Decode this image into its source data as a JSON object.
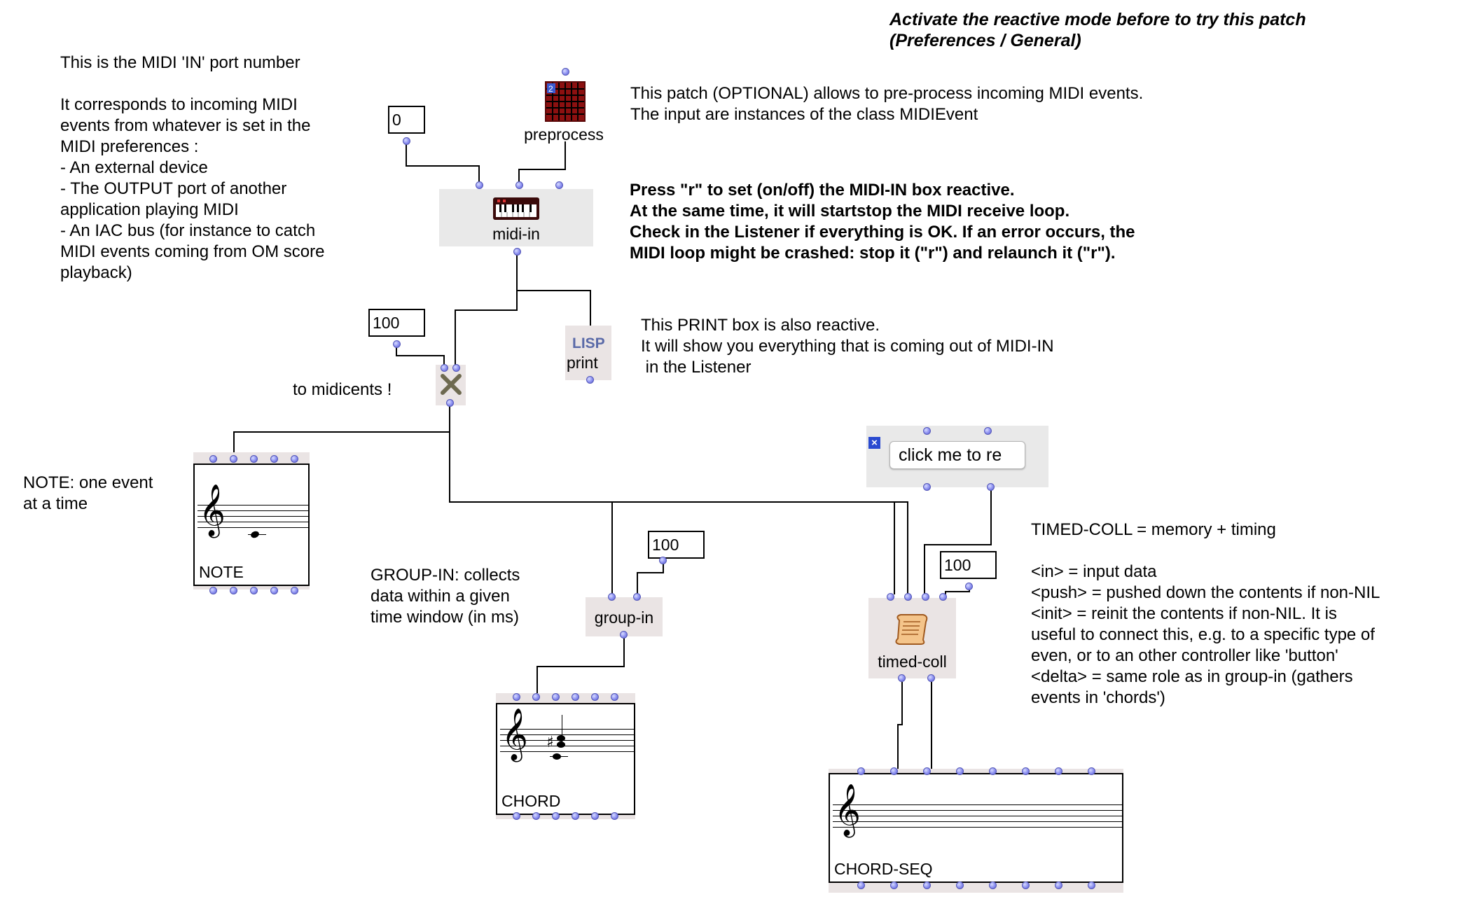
{
  "header": {
    "line1": "Activate the reactive mode before to try this patch",
    "line2": "(Preferences / General)"
  },
  "comments": {
    "midi_port": "This is the MIDI 'IN' port number\n\nIt corresponds to incoming MIDI\nevents from whatever is set in the\nMIDI preferences :\n- An external device\n- The OUTPUT port of another\napplication playing MIDI\n- An IAC bus (for instance to catch\nMIDI events coming from OM score\nplayback)",
    "preprocess": "This patch (OPTIONAL) allows to pre-process incoming MIDI events.\nThe input are instances of the class MIDIEvent",
    "press_r": "Press \"r\" to set (on/off) the MIDI-IN box reactive.\nAt the same time, it will startstop the MIDI receive loop.\nCheck in the Listener if everything is OK. If an error occurs, the\nMIDI loop might be crashed: stop it (\"r\") and relaunch it (\"r\").",
    "print_box": "This PRINT box is also reactive.\nIt will show you everything that is coming out of MIDI-IN\n in the Listener",
    "to_midicents": "to midicents !",
    "note": "NOTE: one event\nat a time",
    "group_in": "GROUP-IN: collects\ndata within a given\ntime window (in ms)",
    "timed_coll": "TIMED-COLL = memory + timing\n\n<in> = input data\n<push> = pushed down the contents if non-NIL\n<init> = reinit the contents if non-NIL. It is\nuseful to connect this, e.g. to a specific type of\neven, or to an other controller like 'button'\n<delta> = same role as in group-in (gathers\nevents in 'chords')"
  },
  "numboxes": {
    "port": "0",
    "mult": "100",
    "group_delta": "100",
    "coll_delta": "100"
  },
  "boxes": {
    "preprocess": "preprocess",
    "midi_in": "midi-in",
    "lisp_icon": "LISP",
    "print": "print",
    "group_in": "group-in",
    "timed_coll": "timed-coll"
  },
  "scores": {
    "note": "NOTE",
    "chord": "CHORD",
    "chord_seq": "CHORD-SEQ"
  },
  "button": {
    "label": "click me to re"
  },
  "icons": {
    "preprocess": "patch-grid-icon",
    "midi_in": "keyboard-icon",
    "mult": "multiply-icon",
    "timed_coll": "scroll-icon",
    "clef": "treble-clef-icon",
    "button_selected": "checkbox-x-icon"
  },
  "colors": {
    "box_bg": "#eae4e4",
    "inlet": "#8a8ef0",
    "wire": "#000000",
    "lisp_blue": "#5a6aa8"
  }
}
